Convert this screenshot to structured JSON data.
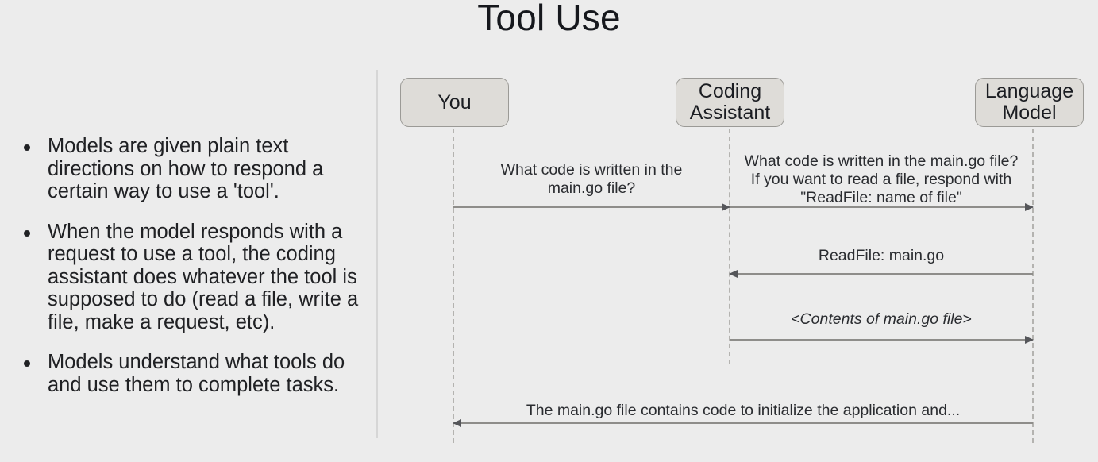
{
  "slide": {
    "title": "Tool Use",
    "background_color": "#ececec"
  },
  "bullets": [
    {
      "text": "Models are given plain text directions on how to respond a certain way to use a 'tool'."
    },
    {
      "text": "When the model responds with a request to use a tool, the coding assistant does whatever the tool is supposed to do (read a file, write a file, make a request, etc)."
    },
    {
      "text": "Models understand what tools do and use them to complete tasks."
    }
  ],
  "diagram": {
    "type": "sequence-diagram",
    "box_fill": "#dedcd8",
    "box_border": "#9b9a96",
    "lifeline_color": "#b4b3b0",
    "arrow_color": "#8e8d8a",
    "participants": [
      {
        "name": "You",
        "label": "You"
      },
      {
        "name": "Coding Assistant",
        "label": "Coding\nAssistant"
      },
      {
        "name": "Language Model",
        "label": "Language\nModel"
      }
    ],
    "messages": [
      {
        "index": 1,
        "from": "You",
        "to": "Coding Assistant",
        "direction": "right",
        "label": "What code is written in the\nmain.go file?",
        "italic": false
      },
      {
        "index": 2,
        "from": "Coding Assistant",
        "to": "Language Model",
        "direction": "right",
        "label": "What code is written in the main.go file?\nIf you want to read a file, respond with\n\"ReadFile: name of file\"",
        "italic": false
      },
      {
        "index": 3,
        "from": "Language Model",
        "to": "Coding Assistant",
        "direction": "left",
        "label": "ReadFile: main.go",
        "italic": false
      },
      {
        "index": 4,
        "from": "Coding Assistant",
        "to": "Language Model",
        "direction": "right",
        "label": "<Contents of main.go file>",
        "italic": true
      },
      {
        "index": 5,
        "from": "Language Model",
        "to": "You",
        "direction": "left",
        "label": "The main.go file contains code to initialize the application and...",
        "italic": false
      }
    ]
  }
}
